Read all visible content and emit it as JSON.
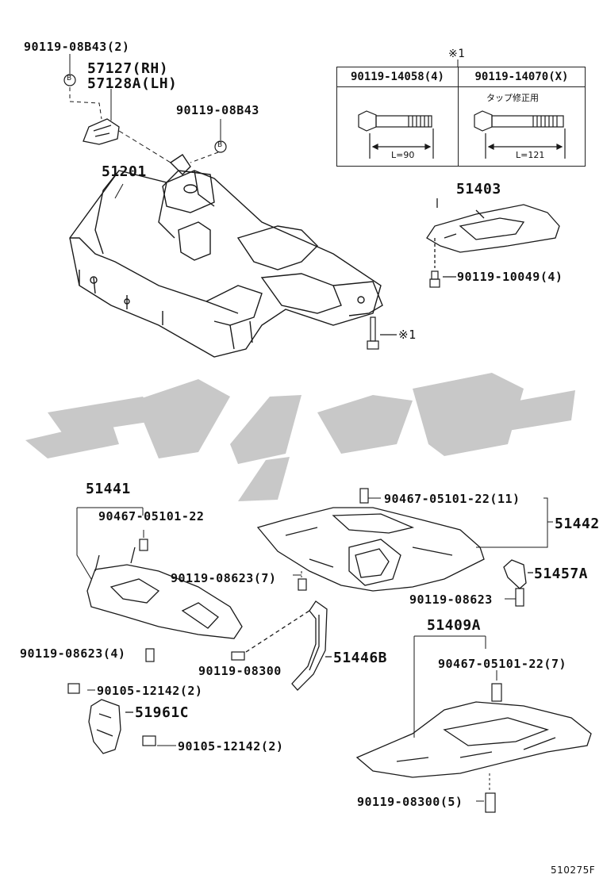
{
  "bolt_table": {
    "marker": "※1",
    "col1_part": "90119-14058(4)",
    "col2_part": "90119-14070(X)",
    "col2_note": "タップ修正用",
    "col1_length": "L=90",
    "col2_length": "L=121"
  },
  "labels": {
    "p_90119_08B43_2": "90119-08B43(2)",
    "p_57127": "57127(RH)",
    "p_57128A": "57128A(LH)",
    "p_90119_08B43": "90119-08B43",
    "marker_b1": "B",
    "marker_b2": "B",
    "p_51201": "51201",
    "p_51403": "51403",
    "p_90119_10049": "90119-10049(4)",
    "p_x1_ref": "※1",
    "p_51441": "51441",
    "p_90467_05101_22_a": "90467-05101-22",
    "p_90119_08623_7": "90119-08623(7)",
    "p_90119_08623_4": "90119-08623(4)",
    "p_90467_05101_22_11": "90467-05101-22(11)",
    "p_51442": "51442",
    "p_51457A": "51457A",
    "p_90119_08623": "90119-08623",
    "p_90119_08300": "90119-08300",
    "p_51446B": "51446B",
    "p_90105_12142_a": "90105-12142(2)",
    "p_51961C": "51961C",
    "p_90105_12142_b": "90105-12142(2)",
    "p_51409A": "51409A",
    "p_90467_05101_22_7": "90467-05101-22(7)",
    "p_90119_08300_5": "90119-08300(5)",
    "figure_id": "510275F"
  },
  "colors": {
    "line": "#1a1a1a",
    "watermark": "#c8c8c8"
  }
}
